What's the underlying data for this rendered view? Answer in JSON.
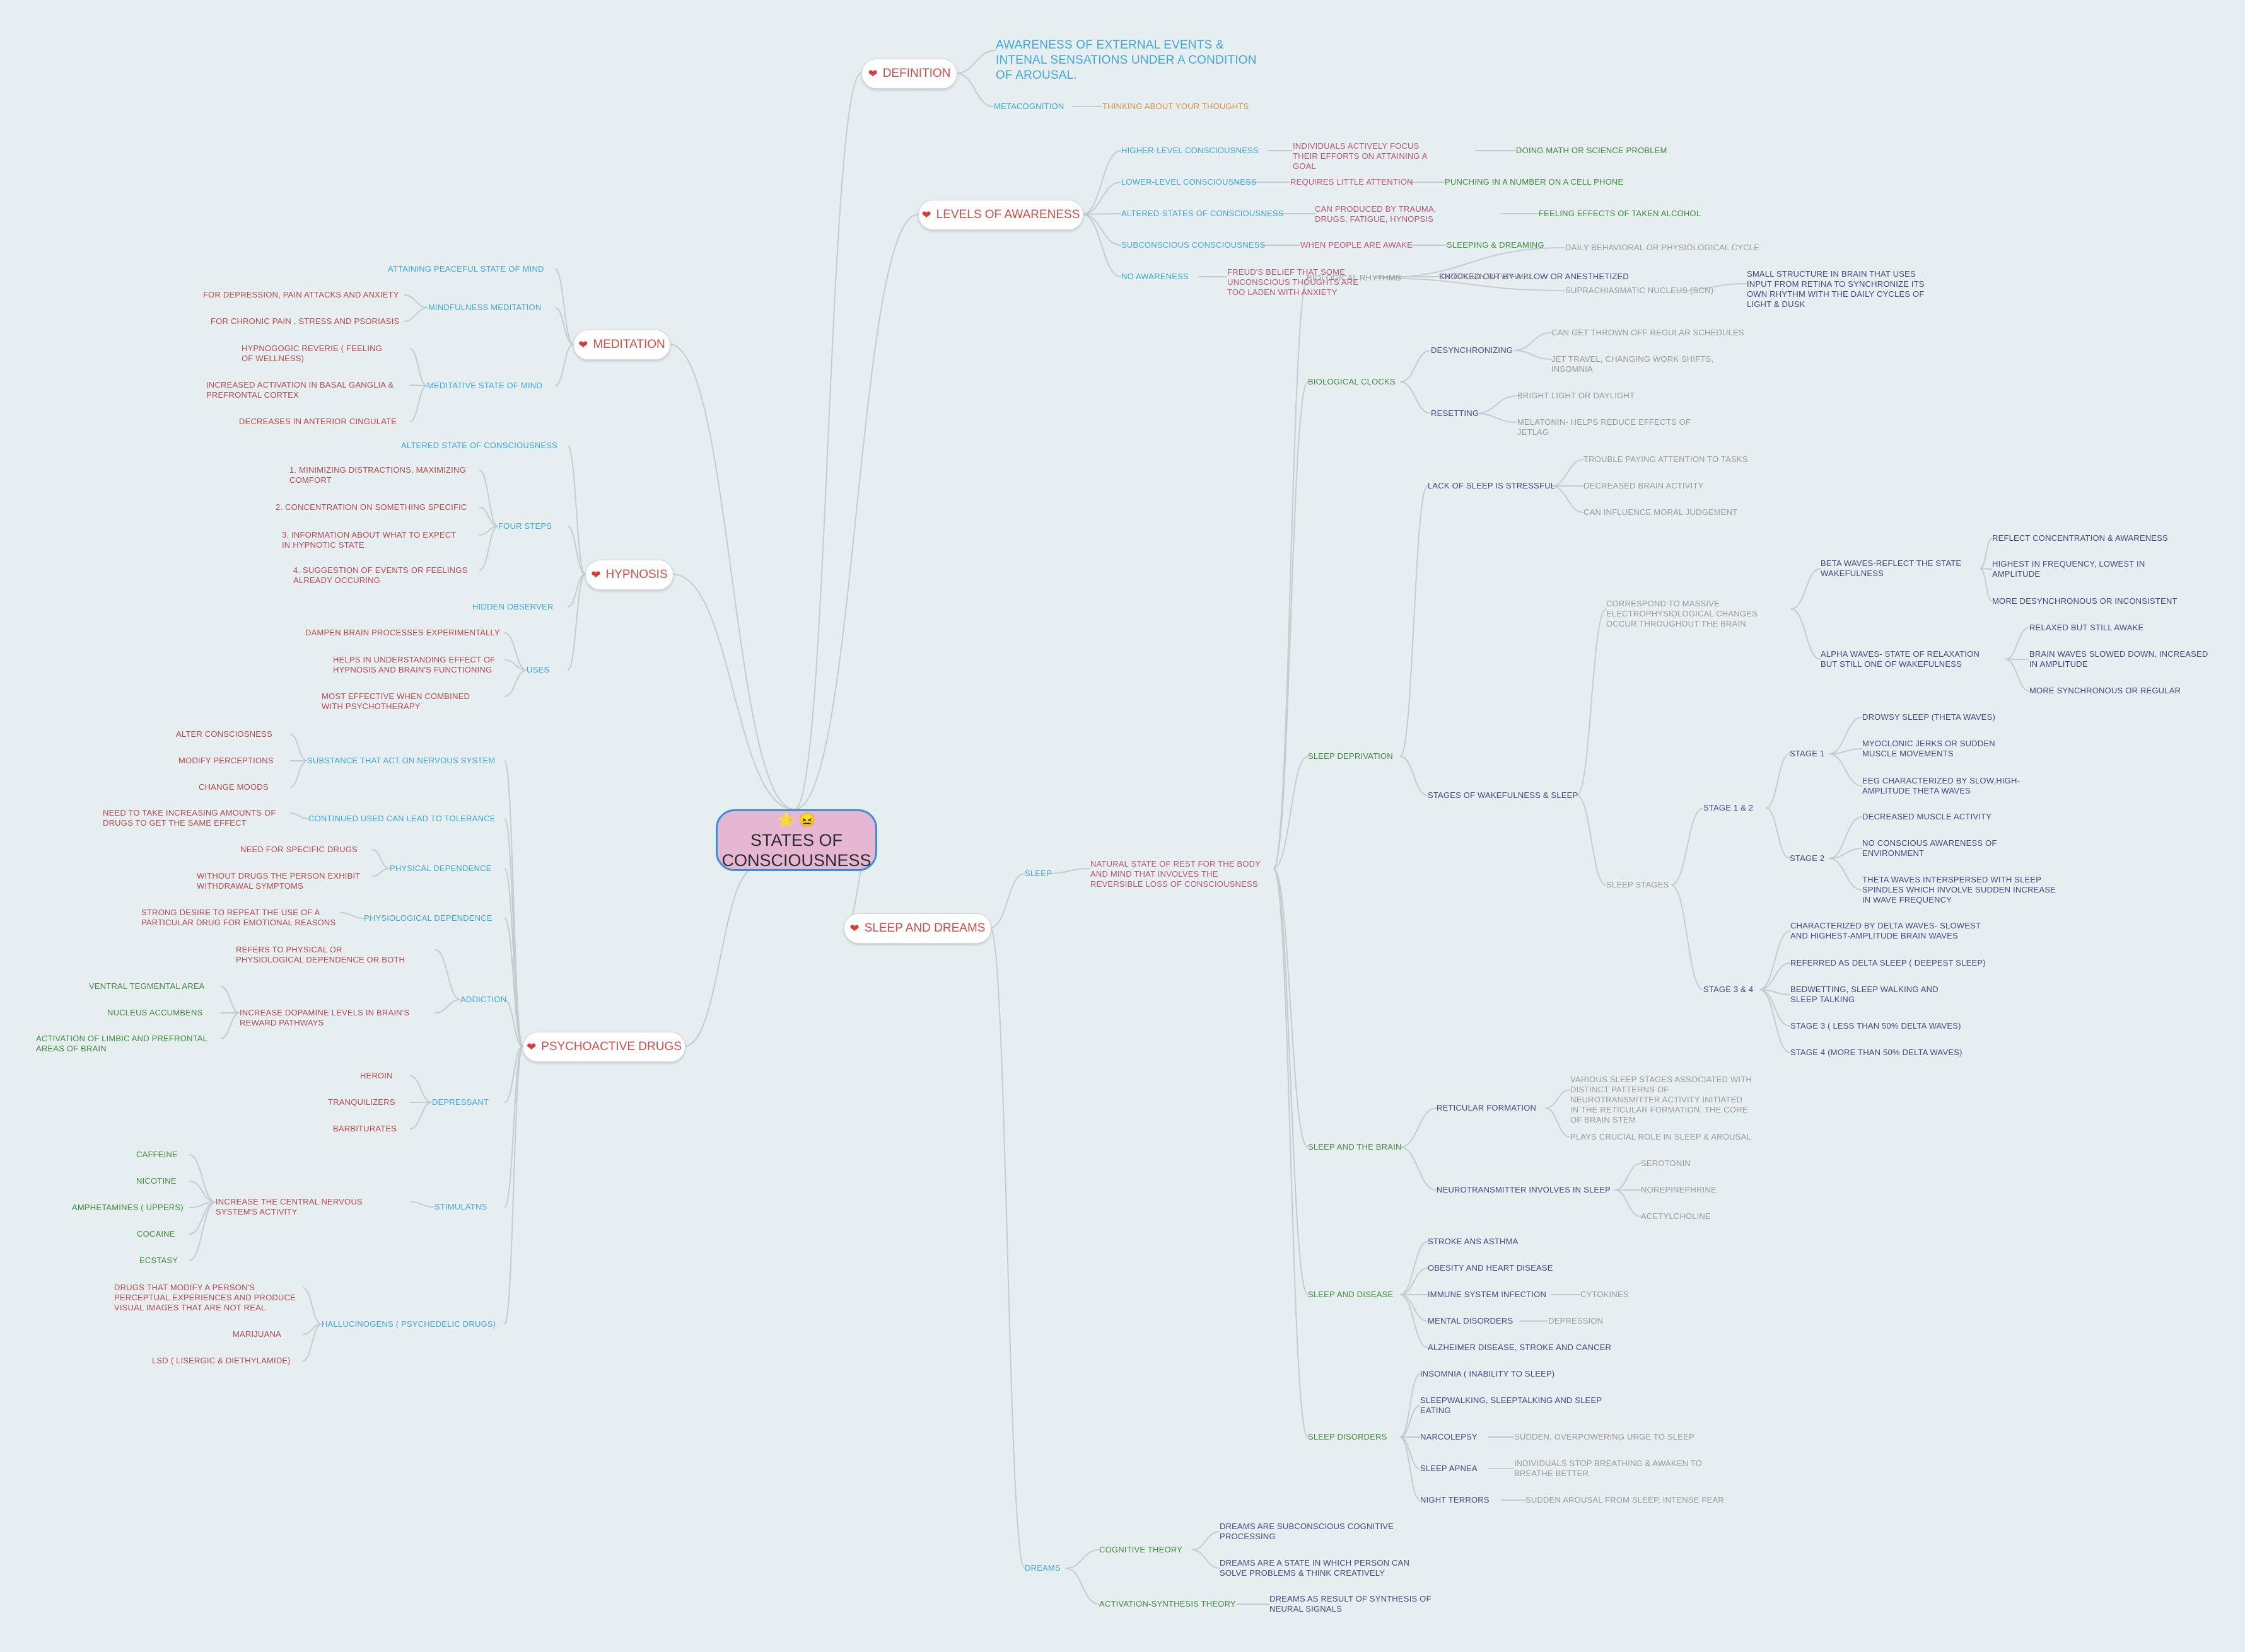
{
  "central": {
    "icons": "⭐ 😖",
    "title": "STATES OF CONSCIOUSNESS"
  },
  "main_icon": "heart-icon",
  "main": {
    "definition": "DEFINITION",
    "levels": "LEVELS OF AWARENESS",
    "meditation": "MEDITATION",
    "hypnosis": "HYPNOSIS",
    "drugs": "PSYCHOACTIVE DRUGS",
    "sleep": "SLEEP AND DREAMS"
  },
  "definition": {
    "text": "AWARENESS OF EXTERNAL EVENTS & INTENAL SENSATIONS UNDER A CONDITION OF AROUSAL.",
    "metacognition": "METACOGNITION",
    "thinking": "THINKING ABOUT YOUR THOUGHTS"
  },
  "levels": {
    "higher": "HIGHER-LEVEL CONSCIOUSNESS",
    "higher_desc": "INDIVIDUALS ACTIVELY FOCUS THEIR EFFORTS ON ATTAINING A GOAL",
    "higher_ex": "DOING MATH OR SCIENCE PROBLEM",
    "lower": "LOWER-LEVEL CONSCIOUSNESS",
    "lower_desc": "REQUIRES LITTLE ATTENTION",
    "lower_ex": "PUNCHING IN A NUMBER ON A CELL PHONE",
    "altered": "ALTERED-STATES OF CONSCIOUSNESS",
    "altered_desc": "CAN PRODUCED BY TRAUMA, DRUGS, FATIGUE, HYNOPSIS",
    "altered_ex": "FEELING EFFECTS OF TAKEN ALCOHOL",
    "sub": "SUBCONSCIOUS CONSCIOUSNESS",
    "sub_desc": "WHEN PEOPLE ARE AWAKE",
    "sub_ex": "SLEEPING & DREAMING",
    "no": "NO AWARENESS",
    "no_desc": "FREUD'S BELIEF THAT SOME UNCONSCIOUS THOUGHTS ARE TOO LADEN WITH ANXIETY",
    "no_ex": "KNOCKED OUT BY A BLOW OR ANESTHETIZED"
  },
  "meditation": {
    "attaining": "ATTAINING PEACEFUL STATE OF MIND",
    "mindfulness": "MINDFULNESS MEDITATION",
    "m1": "FOR DEPRESSION, PAIN ATTACKS AND ANXIETY",
    "m2": "FOR CHRONIC PAIN , STRESS AND PSORIASIS",
    "meditative": "MEDITATIVE STATE OF MIND",
    "s1": "HYPNOGOGIC REVERIE ( FEELING OF WELLNESS)",
    "s2": "INCREASED ACTIVATION IN BASAL GANGLIA & PREFRONTAL CORTEX",
    "s3": "DECREASES IN ANTERIOR CINGULATE"
  },
  "hypnosis": {
    "altered": "ALTERED STATE OF CONSCIOUSNESS",
    "four": "FOUR STEPS",
    "f1": "1. MINIMIZING DISTRACTIONS, MAXIMIZING COMFORT",
    "f2": "2. CONCENTRATION ON SOMETHING SPECIFIC",
    "f3": "3. INFORMATION ABOUT WHAT TO EXPECT IN HYPNOTIC STATE",
    "f4": "4. SUGGESTION OF EVENTS OR FEELINGS ALREADY OCCURING",
    "hidden": "HIDDEN OBSERVER",
    "uses": "USES",
    "u1": "DAMPEN BRAIN PROCESSES EXPERIMENTALLY",
    "u2": "HELPS IN UNDERSTANDING EFFECT OF HYPNOSIS AND BRAIN'S FUNCTIONING",
    "u3": "MOST EFFECTIVE WHEN COMBINED WITH PSYCHOTHERAPY"
  },
  "drugs": {
    "substance": "SUBSTANCE THAT ACT ON NERVOUS SYSTEM",
    "alter": "ALTER CONSCIOSNESS",
    "modify": "MODIFY PERCEPTIONS",
    "moods": "CHANGE MOODS",
    "continued": "CONTINUED USED CAN LEAD TO TOLERANCE",
    "need_inc": "NEED TO TAKE INCREASING AMOUNTS OF DRUGS TO GET THE SAME EFFECT",
    "physical": "PHYSICAL DEPENDENCE",
    "need_specific": "NEED FOR SPECIFIC DRUGS",
    "without": "WITHOUT DRUGS THE PERSON EXHIBIT WITHDRAWAL SYMPTOMS",
    "physiological": "PHYSIOLOGICAL DEPENDENCE",
    "strong": "STRONG DESIRE TO REPEAT THE USE OF A PARTICULAR DRUG FOR EMOTIONAL REASONS",
    "addiction": "ADDICTION",
    "refers": "REFERS TO PHYSICAL OR PHYSIOLOGICAL DEPENDENCE OR BOTH",
    "increase_dop": "INCREASE DOPAMINE LEVELS IN BRAIN'S REWARD PATHWAYS",
    "vta": "VENTRAL TEGMENTAL AREA",
    "nucleus": "NUCLEUS ACCUMBENS",
    "limbic": "ACTIVATION OF LIMBIC AND PREFRONTAL AREAS OF BRAIN",
    "depressant": "DEPRESSANT",
    "heroin": "HEROIN",
    "tranq": "TRANQUILIZERS",
    "barb": "BARBITURATES",
    "stimulants": "STIMULATNS",
    "increase_cns": "INCREASE THE CENTRAL NERVOUS SYSTEM'S ACTIVITY",
    "caffeine": "CAFFEINE",
    "nicotine": "NICOTINE",
    "amph": "AMPHETAMINES ( UPPERS)",
    "cocaine": "COCAINE",
    "ecstasy": "ECSTASY",
    "halluc": "HALLUCINOGENS ( PSYCHEDELIC DRUGS)",
    "drugs_modify": "DRUGS THAT MODIFY A PERSON'S PERCEPTUAL EXPERIENCES AND PRODUCE VISUAL IMAGES THAT ARE NOT REAL",
    "marijuana": "MARIJUANA",
    "lsd": "LSD ( LISERGIC & DIETHYLAMIDE)"
  },
  "sleep": {
    "sleep": "SLEEP",
    "natural": "NATURAL STATE OF REST FOR THE BODY AND MIND THAT INVOLVES THE REVERSIBLE LOSS OF CONSCIOUSNESS",
    "bio_rhythms": "BIOLOGICAL RHYTHMS",
    "circadian": "CIRCADIAN RHYTHMS",
    "daily": "DAILY BEHAVIORAL OR PHYSIOLOGICAL CYCLE",
    "scn": "SUPRACHIASMATIC NUCLEUS (SCN)",
    "scn_desc": "SMALL STRUCTURE IN BRAIN THAT USES INPUT FROM RETINA TO SYNCHRONIZE ITS OWN RHYTHM WITH THE DAILY CYCLES OF LIGHT & DUSK",
    "bio_clocks": "BIOLOGICAL CLOCKS",
    "desync": "DESYNCHRONIZING",
    "thrown": "CAN GET THROWN OFF REGULAR SCHEDULES",
    "jet": "JET TRAVEL, CHANGING WORK SHIFTS, INSOMNIA",
    "resetting": "RESETTING",
    "bright": "BRIGHT LIGHT OR DAYLIGHT",
    "melatonin": "MELATONIN- HELPS REDUCE EFFECTS OF JETLAG",
    "deprivation": "SLEEP DEPRIVATION",
    "lack": "LACK OF SLEEP IS STRESSFUL",
    "trouble": "TROUBLE PAYING ATTENTION TO TASKS",
    "decreased_brain": "DECREASED BRAIN ACTIVITY",
    "moral": "CAN INFLUENCE MORAL JUDGEMENT",
    "stages_wake": "STAGES OF WAKEFULNESS & SLEEP",
    "correspond": "CORRESPOND TO MASSIVE ELECTROPHYSIOLOGICAL CHANGES OCCUR THROUGHOUT THE BRAIN",
    "beta": "BETA WAVES-REFLECT THE STATE WAKEFULNESS",
    "beta1": "REFLECT CONCENTRATION & AWARENESS",
    "beta2": "HIGHEST IN FREQUENCY, LOWEST IN AMPLITUDE",
    "beta3": "MORE DESYNCHRONOUS OR INCONSISTENT",
    "alpha": "ALPHA WAVES- STATE OF RELAXATION BUT STILL ONE OF WAKEFULNESS",
    "alpha1": "RELAXED BUT STILL AWAKE",
    "alpha2": "BRAIN WAVES SLOWED DOWN, INCREASED IN AMPLITUDE",
    "alpha3": "MORE SYNCHRONOUS OR REGULAR",
    "sleep_stages": "SLEEP STAGES",
    "stage12": "STAGE 1 & 2",
    "stage1": "STAGE 1",
    "s1a": "DROWSY SLEEP (THETA WAVES)",
    "s1b": "MYOCLONIC JERKS OR SUDDEN MUSCLE MOVEMENTS",
    "s1c": "EEG CHARACTERIZED BY SLOW,HIGH-AMPLITUDE THETA WAVES",
    "stage2": "STAGE 2",
    "s2a": "DECREASED MUSCLE ACTIVITY",
    "s2b": "NO CONSCIOUS AWARENESS OF ENVIRONMENT",
    "s2c": "THETA WAVES INTERSPERSED WITH SLEEP SPINDLES WHICH INVOLVE SUDDEN INCREASE IN WAVE FREQUENCY",
    "stage34": "STAGE 3 & 4",
    "s3a": "CHARACTERIZED BY DELTA WAVES- SLOWEST AND HIGHEST-AMPLITUDE BRAIN WAVES",
    "s3b": "REFERRED AS DELTA SLEEP ( DEEPEST SLEEP)",
    "s3c": "BEDWETTING, SLEEP WALKING AND SLEEP TALKING",
    "s3d": "STAGE 3 ( LESS THAN 50% DELTA WAVES)",
    "s3e": "STAGE 4 (MORE THAN 50% DELTA WAVES)",
    "brain": "SLEEP AND THE BRAIN",
    "reticular": "RETICULAR FORMATION",
    "various": "VARIOUS SLEEP STAGES ASSOCIATED WITH DISTINCT PATTERNS OF NEUROTRANSMITTER ACTIVITY INITIATED IN THE RETICULAR FORMATION, THE CORE OF BRAIN STEM",
    "crucial": "PLAYS CRUCIAL ROLE IN SLEEP & AROUSAL",
    "neuro": "NEUROTRANSMITTER INVOLVES IN SLEEP",
    "serotonin": "SEROTONIN",
    "norepi": "NOREPINEPHRINE",
    "acetyl": "ACETYLCHOLINE",
    "disease": "SLEEP AND DISEASE",
    "stroke": "STROKE ANS ASTHMA",
    "obesity": "OBESITY AND HEART DISEASE",
    "immune": "IMMUNE SYSTEM INFECTION",
    "cytokines": "CYTOKINES",
    "mental": "MENTAL DISORDERS",
    "depression": "DEPRESSION",
    "alzheimer": "ALZHEIMER DISEASE, STROKE AND CANCER",
    "disorders": "SLEEP DISORDERS",
    "insomnia": "INSOMNIA ( INABILITY TO SLEEP)",
    "sleepwalking": "SLEEPWALKING, SLEEPTALKING AND SLEEP EATING",
    "narcolepsy": "NARCOLEPSY",
    "narco_desc": "SUDDEN, OVERPOWERING URGE TO SLEEP",
    "apnea": "SLEEP APNEA",
    "apnea_desc": "INDIVIDUALS STOP BREATHING & AWAKEN TO BREATHE BETTER.",
    "terrors": "NIGHT TERRORS",
    "terrors_desc": "SUDDEN AROUSAL FROM SLEEP, INTENSE FEAR",
    "dreams": "DREAMS",
    "cognitive": "COGNITIVE THEORY",
    "c1": "DREAMS ARE SUBCONSCIOUS COGNITIVE PROCESSING",
    "c2": "DREAMS ARE A STATE IN WHICH PERSON CAN SOLVE PROBLEMS & THINK CREATIVELY",
    "activation": "ACTIVATION-SYNTHESIS THEORY",
    "a1": "DREAMS AS RESULT OF SYNTHESIS OF NEURAL SIGNALS"
  }
}
